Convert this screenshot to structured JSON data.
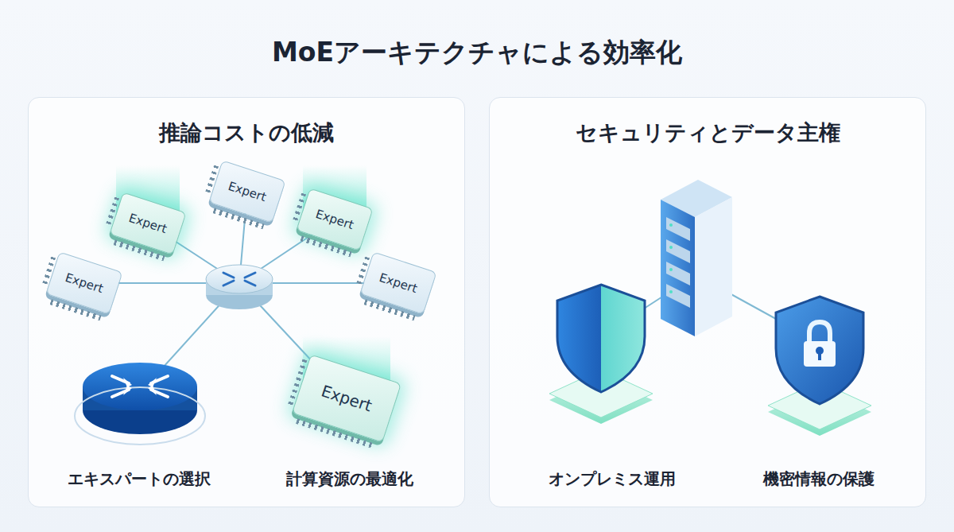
{
  "diagram": {
    "title": "MoEアーキテクチャによる効率化",
    "nodes": [
      {
        "text": [
          "推論コストの低減"
        ]
      },
      {
        "text": [
          "Expert"
        ],
        "in": 0
      },
      {
        "text": [
          "Expert"
        ],
        "in": 0
      },
      {
        "text": [
          "Expert"
        ],
        "in": 0
      },
      {
        "text": [
          "Expert"
        ],
        "in": 0
      },
      {
        "text": [
          "Expert"
        ],
        "in": 0
      },
      {
        "text": [
          "Expert"
        ],
        "in": 0
      },
      {
        "text": [
          "セキュリティとデータ主権"
        ]
      }
    ],
    "labels": [
      "エキスパートの選択",
      "計算資源の最適化",
      "オンプレミス運用",
      "機密情報の保護"
    ]
  }
}
